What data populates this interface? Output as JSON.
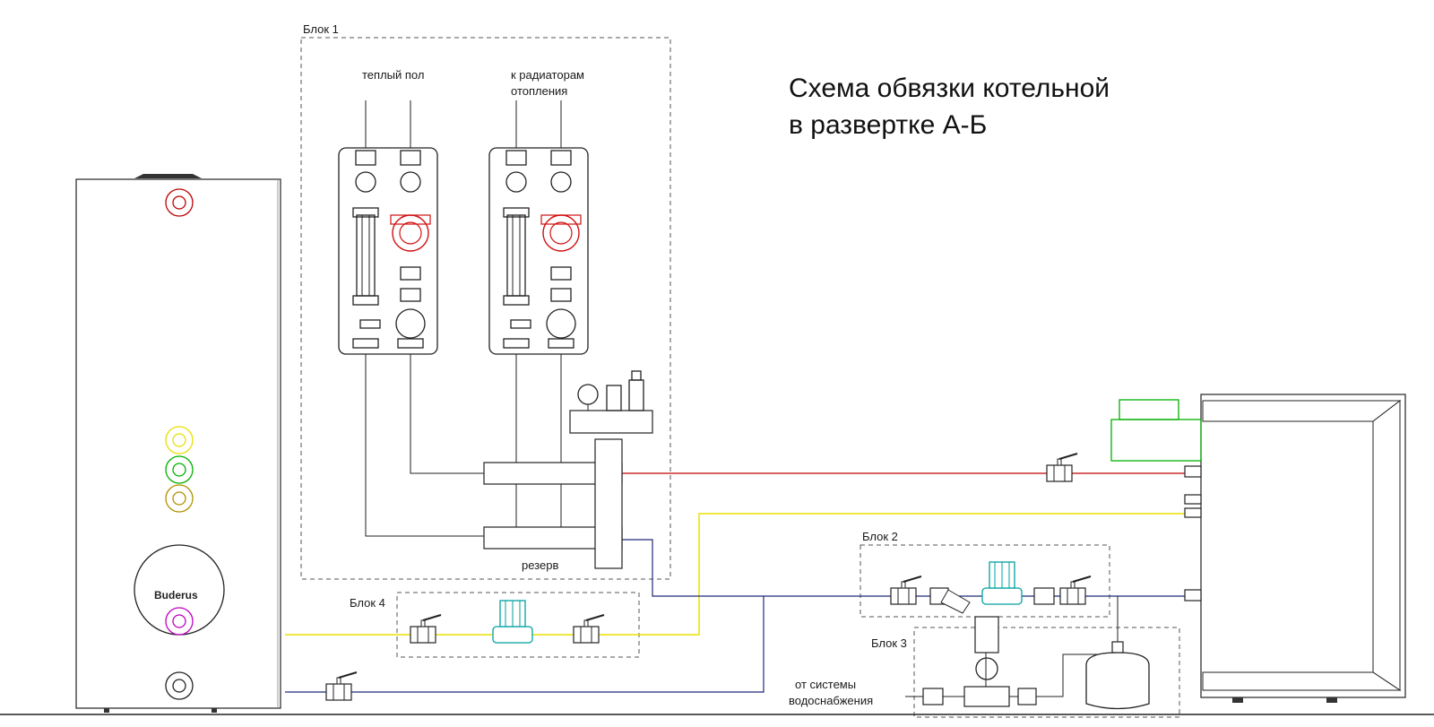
{
  "title": {
    "line1": "Схема обвязки котельной",
    "line2": "в развертке А-Б"
  },
  "blocks": {
    "block1": "Блок 1",
    "block2": "Блок 2",
    "block3": "Блок 3",
    "block4": "Блок 4"
  },
  "labels": {
    "floor": "теплый пол",
    "radiators_1": "к радиаторам",
    "radiators_2": "отопления",
    "reserve": "резерв",
    "supply_1": "от системы",
    "supply_2": "водоснабжения"
  },
  "boiler_tank": {
    "brand": "Buderus"
  },
  "colors": {
    "supply_red": "#c00000",
    "dhw_yellow": "#e8e000",
    "return_navy": "#1f2a7a",
    "pump_red": "#d01010",
    "pump_teal": "#00a0a0",
    "group_green": "#00b000",
    "recirc_magenta": "#c000c0"
  }
}
